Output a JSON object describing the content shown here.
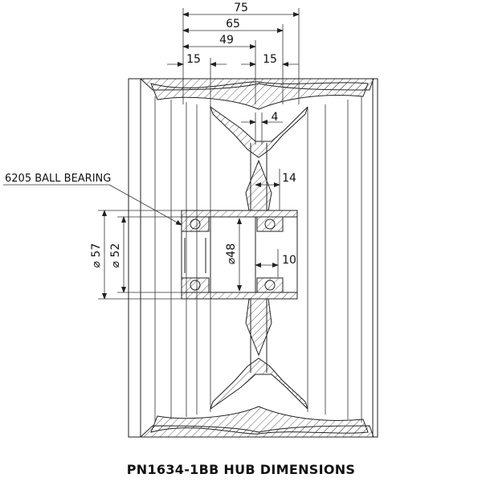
{
  "dimensions": {
    "overall_width": "75",
    "width_65": "65",
    "width_49": "49",
    "left_15": "15",
    "right_15": "15",
    "web_4": "4",
    "web_14": "14",
    "bearing_seat_10": "10",
    "dia_57": "⌀ 57",
    "dia_52": "⌀ 52",
    "dia_48": "⌀48"
  },
  "callout": {
    "bearing_label": "6205 BALL BEARING"
  },
  "caption": "PN1634-1BB HUB DIMENSIONS"
}
